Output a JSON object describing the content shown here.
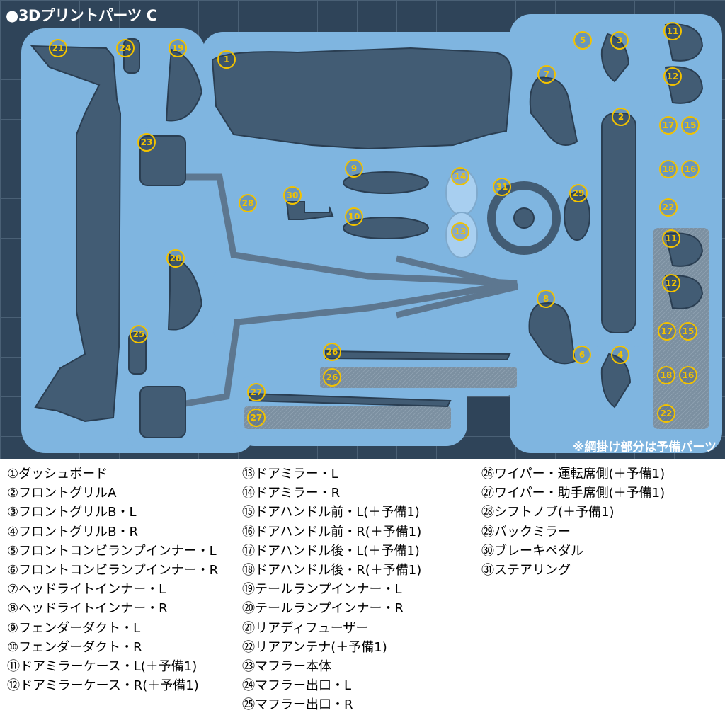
{
  "title": "●3Dプリントパーツ C",
  "note": "※網掛け部分は予備パーツ",
  "markers": [
    "21",
    "24",
    "19",
    "1",
    "5",
    "3",
    "11",
    "7",
    "12",
    "2",
    "23",
    "17",
    "15",
    "18",
    "16",
    "9",
    "14",
    "31",
    "29",
    "22",
    "28",
    "30",
    "13",
    "10",
    "20",
    "11",
    "12",
    "8",
    "17",
    "15",
    "25",
    "26",
    "6",
    "4",
    "18",
    "16",
    "26",
    "27",
    "27",
    "22"
  ],
  "legend": {
    "col1": [
      "①ダッシュボード",
      "②フロントグリルA",
      "③フロントグリルB・L",
      "④フロントグリルB・R",
      "⑤フロントコンビランプインナー・L",
      "⑥フロントコンビランプインナー・R",
      "⑦ヘッドライトインナー・L",
      "⑧ヘッドライトインナー・R",
      "⑨フェンダーダクト・L",
      "⑩フェンダーダクト・R",
      "⑪ドアミラーケース・L(＋予備1)",
      "⑫ドアミラーケース・R(＋予備1)"
    ],
    "col2": [
      "⑬ドアミラー・L",
      "⑭ドアミラー・R",
      "⑮ドアハンドル前・L(＋予備1)",
      "⑯ドアハンドル前・R(＋予備1)",
      "⑰ドアハンドル後・L(＋予備1)",
      "⑱ドアハンドル後・R(＋予備1)",
      "⑲テールランプインナー・L",
      "⑳テールランプインナー・R",
      "㉑リアディフューザー",
      "㉒リアアンテナ(＋予備1)",
      "㉓マフラー本体",
      "㉔マフラー出口・L",
      "㉕マフラー出口・R"
    ],
    "col3": [
      "㉖ワイパー・運転席側(＋予備1)",
      "㉗ワイパー・助手席側(＋予備1)",
      "㉘シフトノブ(＋予備1)",
      "㉙バックミラー",
      "㉚ブレーキペダル",
      "㉛ステアリング"
    ]
  }
}
